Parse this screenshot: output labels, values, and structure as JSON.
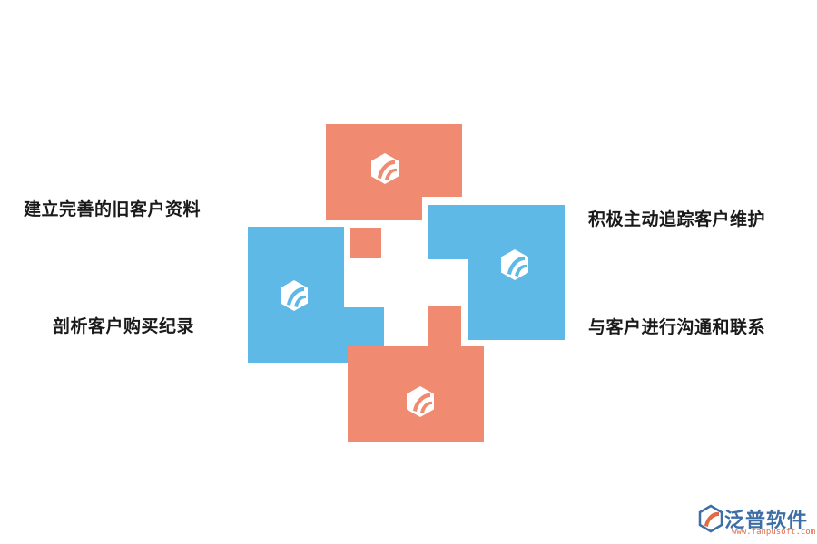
{
  "items": {
    "top_left": "建立完善的旧客户资料",
    "bottom_left": "剖析客户购买纪录",
    "top_right": "积极主动追踪客户维护",
    "bottom_right": "与客户进行沟通和联系"
  },
  "colors": {
    "salmon": "#f08a70",
    "blue": "#5eb9e6",
    "text": "#1a1a1a",
    "brand_blue": "#3d6fa6",
    "brand_orange": "#e06b48"
  },
  "icons": [
    "logo-hexagon-icon",
    "logo-hexagon-icon",
    "logo-hexagon-icon",
    "logo-hexagon-icon"
  ],
  "brand": {
    "name": "泛普软件",
    "url": "www.fanpusoft.com"
  }
}
